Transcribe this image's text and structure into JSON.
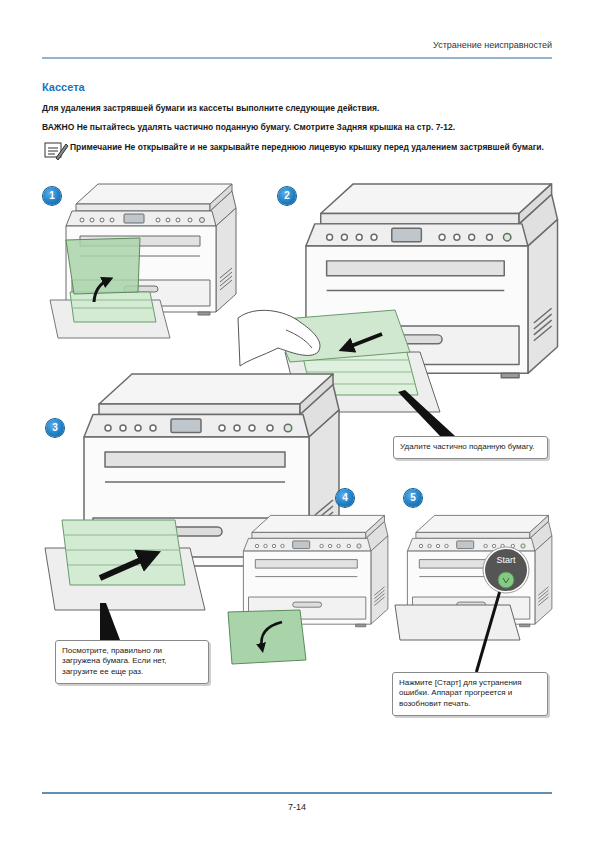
{
  "diagram": {
    "title": "Кассета",
    "nodes": [
      {
        "text": [
          "1"
        ]
      },
      {
        "text": [
          "2"
        ]
      },
      {
        "text": [
          "Удалите частично поданную бумагу."
        ]
      },
      {
        "text": [
          "3"
        ]
      },
      {
        "text": [
          "4"
        ]
      },
      {
        "text": [
          "5"
        ]
      },
      {
        "text": [
          "Start"
        ]
      },
      {
        "text": [
          "Посмотрите, правильно ли загружена бумага. Если нет, загрузите ее еще раз."
        ]
      },
      {
        "text": [
          "Нажмите [Старт] для устранения ошибки. Аппарат прогреется и возобновит печать."
        ]
      }
    ],
    "edges": [
      {
        "from": 8,
        "to": 6,
        "arrow": "none"
      }
    ],
    "labels": [
      "Устранение неисправностей",
      "Для удаления застрявшей бумаги из кассеты выполните следующие действия.",
      "ВАЖНО Не пытайтесь удалять частично поданную бумагу. Смотрите Задняя крышка на стр. 7-12.",
      "Примечание Не открывайте и не закрывайте переднюю лицевую крышку перед удалением застрявшей бумаги.",
      "7-14"
    ]
  }
}
